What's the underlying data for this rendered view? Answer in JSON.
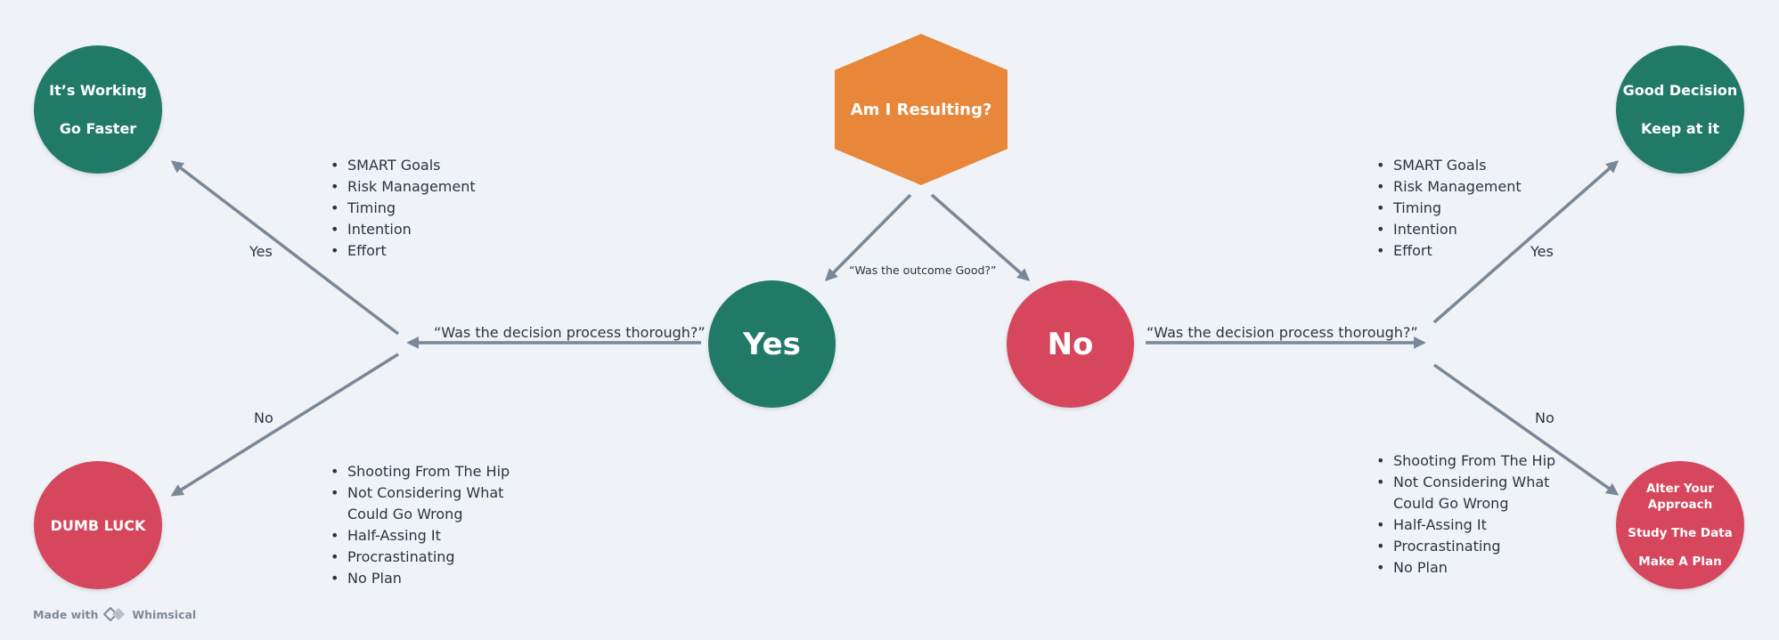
{
  "center": {
    "question": "Am I Resulting?",
    "outcome_q": "“Was the outcome Good?”"
  },
  "yes_node": "Yes",
  "no_node": "No",
  "left_question": "“Was the decision process thorough?”",
  "right_question": "“Was the decision process thorough?”",
  "edge_labels": {
    "left_yes": "Yes",
    "left_no": "No",
    "right_yes": "Yes",
    "right_no": "No"
  },
  "top_left": {
    "line1": "It’s Working",
    "line2": "Go Faster"
  },
  "bottom_left": {
    "line1": "DUMB LUCK"
  },
  "top_right": {
    "line1": "Good Decision",
    "line2": "Keep at it"
  },
  "bottom_right": {
    "line1": "Alter Your",
    "line2": "Approach",
    "line3": "Study The Data",
    "line4": "Make A Plan"
  },
  "good_process": [
    "SMART Goals",
    "Risk Management",
    "Timing",
    "Intention",
    "Effort"
  ],
  "bad_process": [
    "Shooting From The Hip",
    "Not Considering What Could Go Wrong",
    "Half-Assing It",
    "Procrastinating",
    "No Plan"
  ],
  "footer": {
    "made_with": "Made with",
    "brand": "Whimsical"
  },
  "colors": {
    "green": "#217a67",
    "red": "#d6465d",
    "orange": "#e8863a",
    "arrow": "#7a8796",
    "background": "#eff3f7"
  }
}
